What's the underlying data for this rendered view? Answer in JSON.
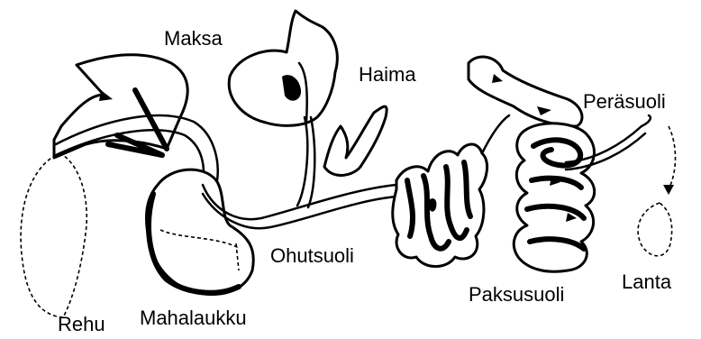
{
  "labels": {
    "maksa": "Maksa",
    "haima": "Haima",
    "perasuoli": "Peräsuoli",
    "ohutsuoli": "Ohutsuoli",
    "lanta": "Lanta",
    "paksusuoli": "Paksusuoli",
    "rehu": "Rehu",
    "mahalaukku": "Mahalaukku"
  }
}
